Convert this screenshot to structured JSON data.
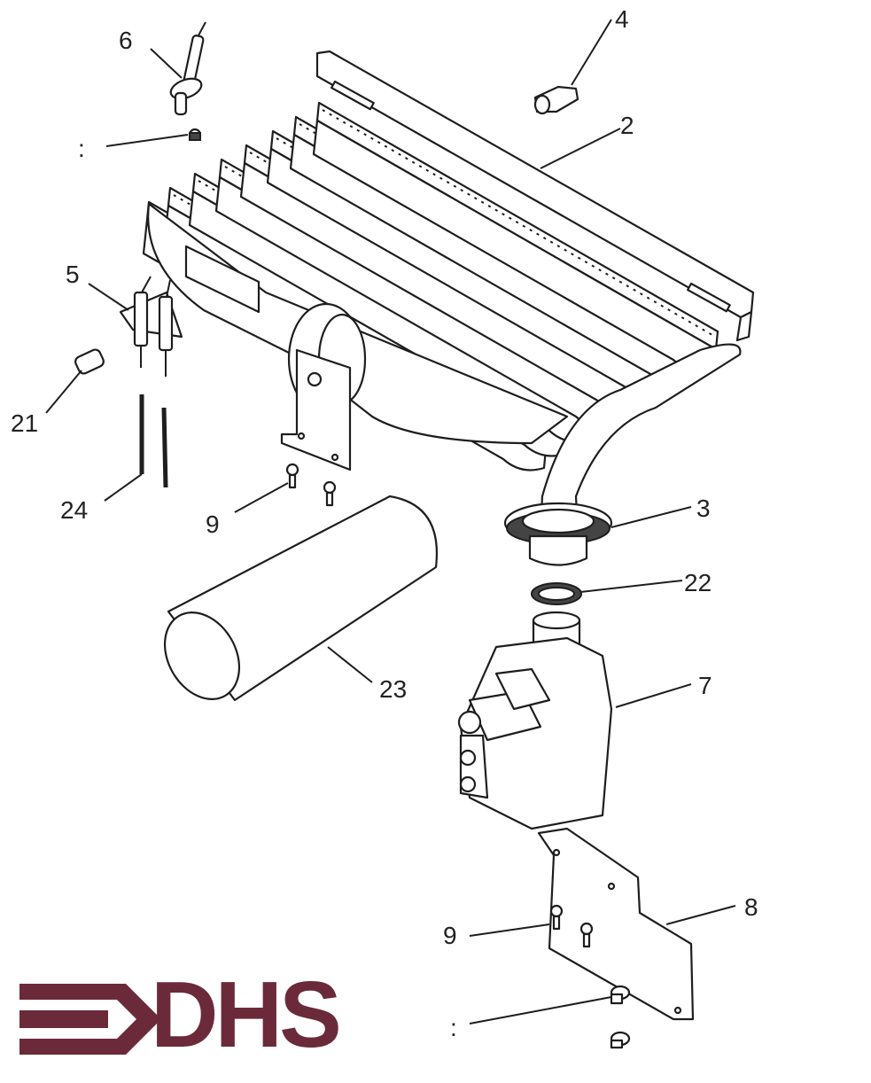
{
  "diagram": {
    "callouts": [
      {
        "id": "c6",
        "label": "6"
      },
      {
        "id": "c4",
        "label": "4"
      },
      {
        "id": "c2",
        "label": "2"
      },
      {
        "id": "c1a",
        "label": ":"
      },
      {
        "id": "c5",
        "label": "5"
      },
      {
        "id": "c21",
        "label": "21"
      },
      {
        "id": "c24",
        "label": "24"
      },
      {
        "id": "c9a",
        "label": "9"
      },
      {
        "id": "c3",
        "label": "3"
      },
      {
        "id": "c22",
        "label": "22"
      },
      {
        "id": "c7",
        "label": "7"
      },
      {
        "id": "c23",
        "label": "23"
      },
      {
        "id": "c8",
        "label": "8"
      },
      {
        "id": "c9b",
        "label": "9"
      },
      {
        "id": "c1b",
        "label": ":"
      }
    ]
  },
  "logo": {
    "text": "DHS",
    "color": "#6b2a3a"
  },
  "colors": {
    "line": "#1e1e1e",
    "background": "#ffffff"
  }
}
